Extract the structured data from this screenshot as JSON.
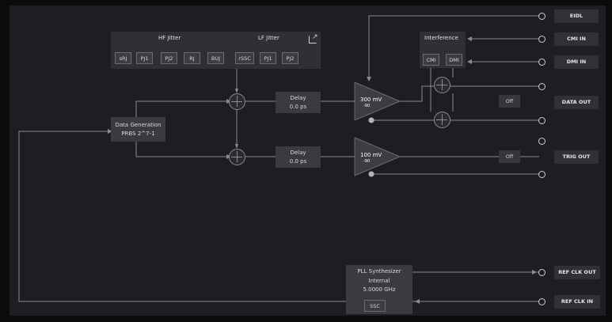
{
  "hf_jitter": {
    "title": "HF Jitter",
    "buttons": [
      "sRJ",
      "PJ1",
      "PJ2",
      "RJ",
      "BUJ"
    ]
  },
  "lf_jitter": {
    "title": "LF Jitter",
    "buttons": [
      "rSSC",
      "PJ1",
      "PJ2"
    ]
  },
  "data_generation": {
    "line1": "Data Generation",
    "line2": "PRBS 2^7-1"
  },
  "delay_data": {
    "title": "Delay",
    "value": "0.0 ps"
  },
  "delay_trig": {
    "title": "Delay",
    "value": "0.0 ps"
  },
  "amp_data": {
    "value": "300 mV",
    "sub": "-90"
  },
  "amp_trig": {
    "value": "100 mV",
    "sub": "-90"
  },
  "interference": {
    "title": "Interference",
    "buttons": [
      "CMI",
      "DMI"
    ]
  },
  "outputs": {
    "eidl": "EIDL",
    "cmi_in": "CMI IN",
    "dmi_in": "DMI IN",
    "data_out": "DATA OUT",
    "trig_out": "TRIG OUT",
    "ref_clk_out": "REF CLK OUT",
    "ref_clk_in": "REF CLK IN"
  },
  "off_data": "Off",
  "off_trig": "Off",
  "pll": {
    "title": "PLL Synthesizer",
    "mode": "Internal",
    "freq": "5.0000 GHz",
    "ssc_button": "SSC"
  },
  "colors": {
    "background": "#1d1e21",
    "block": "#3a3b3e",
    "wire": "#8a8b8e",
    "port": "#cfcfcf"
  }
}
